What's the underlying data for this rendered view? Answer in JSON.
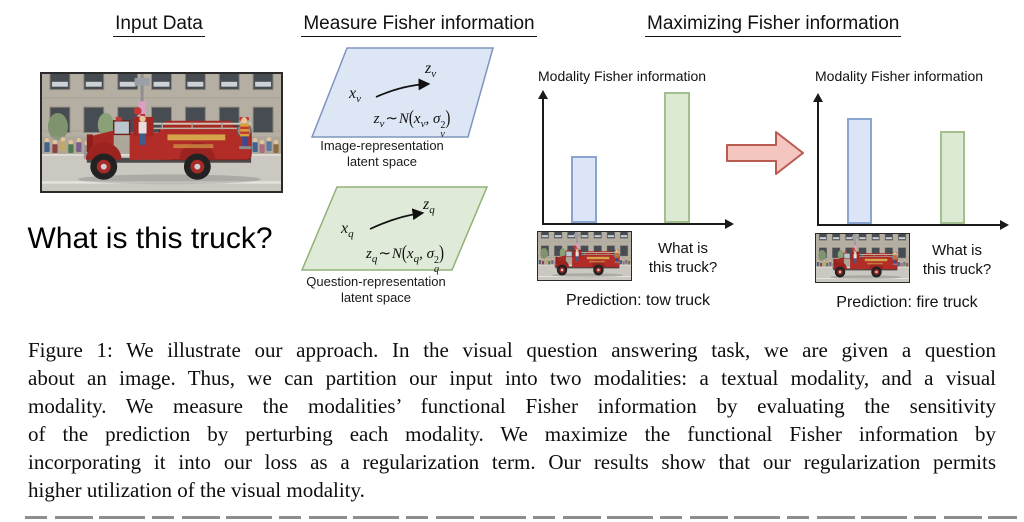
{
  "figure": {
    "input": {
      "heading": "Input Data",
      "question": "What is this truck?",
      "photo_alt": "red fire truck in a parade in front of a stone building with a crowd"
    },
    "measure": {
      "heading": "Measure Fisher information",
      "image_panel": {
        "x_base": "x",
        "x_sub": "v",
        "z_base": "z",
        "z_sub": "v",
        "formula": {
          "lhs_base": "z",
          "lhs_sub": "v",
          "sim": "∼",
          "dist": "N",
          "open": "(",
          "arg_base": "x",
          "arg_sub": "v",
          "comma": ",",
          "sigma": "σ",
          "sigma_sup": "2",
          "sigma_sub": "v",
          "close": ")"
        },
        "caption_line1": "Image-representation",
        "caption_line2": "latent space"
      },
      "question_panel": {
        "x_base": "x",
        "x_sub": "q",
        "z_base": "z",
        "z_sub": "q",
        "formula": {
          "lhs_base": "z",
          "lhs_sub": "q",
          "sim": "∼",
          "dist": "N",
          "open": "(",
          "arg_base": "x",
          "arg_sub": "q",
          "comma": ",",
          "sigma": "σ",
          "sigma_sup": "2",
          "sigma_sub": "q",
          "close": ")"
        },
        "caption_line1": "Question-representation",
        "caption_line2": "latent space"
      }
    },
    "maximize": {
      "heading": "Maximizing Fisher information",
      "before": {
        "title": "Modality Fisher information",
        "xlabel_line1": "What is",
        "xlabel_line2": "this truck?",
        "prediction": "Prediction: tow truck"
      },
      "after": {
        "title": "Modality Fisher information",
        "xlabel_line1": "What is",
        "xlabel_line2": "this truck?",
        "prediction": "Prediction: fire truck"
      }
    }
  },
  "caption": {
    "lines": [
      "Figure 1: We illustrate our approach. In the visual question answering task, we are given a question",
      "about an image. Thus, we can partition our input into two modalities: a textual modality, and a visual",
      "modality. We measure the modalities’ functional Fisher information by evaluating the sensitivity",
      "of the prediction by perturbing each modality. We maximize the functional Fisher information by",
      "incorporating it into our loss as a regularization term. Our results show that our regularization permits",
      "higher utilization of the visual modality."
    ]
  },
  "chart_data": [
    {
      "type": "bar",
      "title": "Modality Fisher information",
      "categories": [
        "image modality (truck photo)",
        "question modality (What is this truck?)"
      ],
      "values": [
        0.5,
        0.97
      ],
      "ylim": [
        0,
        1
      ],
      "grid": false,
      "bar_colors": [
        "#dbe5f7",
        "#dcead3"
      ],
      "note": "Prediction: tow truck"
    },
    {
      "type": "bar",
      "title": "Modality Fisher information",
      "categories": [
        "image modality (truck photo)",
        "question modality (What is this truck?)"
      ],
      "values": [
        0.8,
        0.7
      ],
      "ylim": [
        0,
        1
      ],
      "grid": false,
      "bar_colors": [
        "#dbe5f7",
        "#dcead3"
      ],
      "note": "Prediction: fire truck"
    }
  ],
  "colors": {
    "bar_blue_fill": "#dbe5f7",
    "bar_blue_stroke": "#8aa5cf",
    "bar_green_fill": "#dcead3",
    "bar_green_stroke": "#a2bf8f",
    "panel_blue_fill": "#dce6f4",
    "panel_blue_stroke": "#7e95bd",
    "panel_green_fill": "#dfead8",
    "panel_green_stroke": "#8fb277",
    "block_arrow_fill": "#f5c5c0",
    "block_arrow_stroke": "#b85c52",
    "axis_color": "#1a1a1a"
  }
}
